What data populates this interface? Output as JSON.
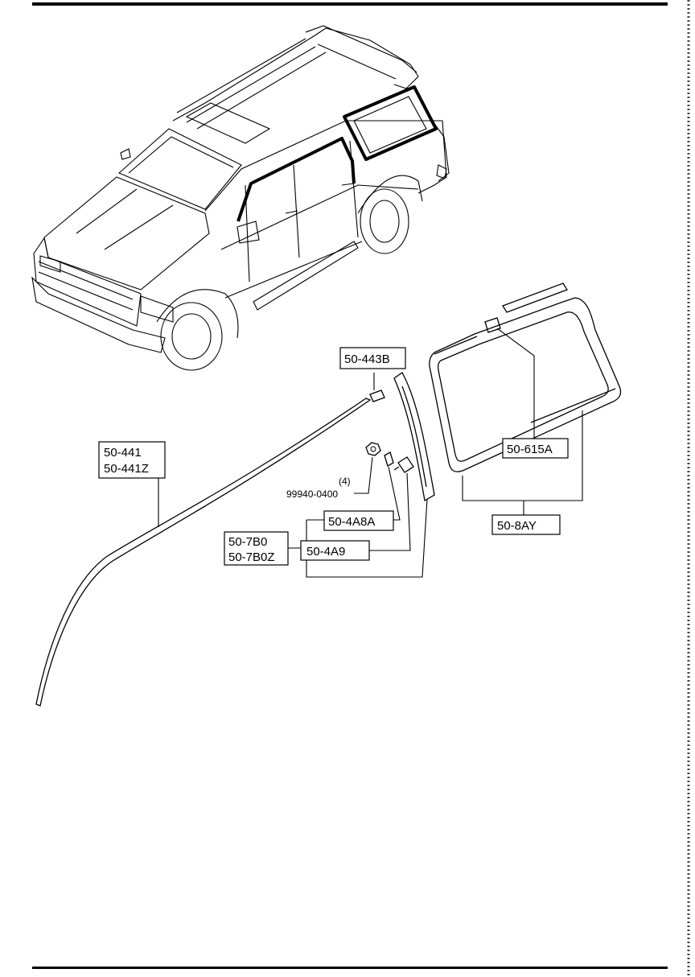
{
  "diagram": {
    "callouts": {
      "part_443b": "50-443B",
      "part_441": "50-441",
      "part_441z": "50-441Z",
      "qty_4": "(4)",
      "part_99940": "99940-0400",
      "part_4a8a": "50-4A8A",
      "part_7b0": "50-7B0",
      "part_7b0z": "50-7B0Z",
      "part_4a9": "50-4A9",
      "part_615a": "50-615A",
      "part_8ay": "50-8AY"
    }
  }
}
